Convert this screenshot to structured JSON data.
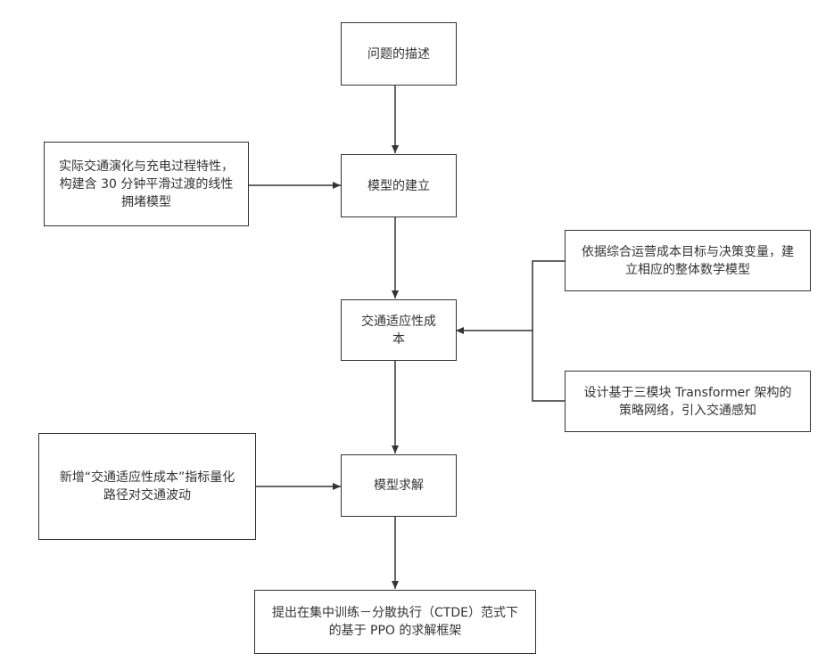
{
  "nodes": {
    "problem_description": "问题的描述",
    "model_building": "模型的建立",
    "traffic_cost": "交通适应性成本",
    "model_solving": "模型求解",
    "framework": "提出在集中训练－分散执行（CTDE）范式下的基于 PPO 的求解框架",
    "left_congestion": "实际交通演化与充电过程特性，构建含 30 分钟平滑过渡的线性拥堵模型",
    "left_indicator": "新增“交通适应性成本”指标量化路径对交通波动",
    "right_objective": "依据综合运营成本目标与决策变量，建立相应的整体数学模型",
    "right_network": "设计基于三模块 Transformer 架构的策略网络，引入交通感知"
  }
}
